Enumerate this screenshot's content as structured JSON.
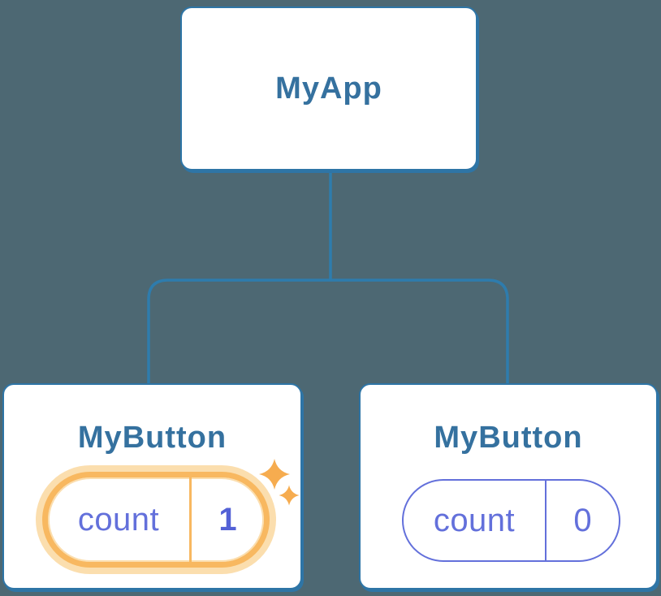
{
  "colors": {
    "background": "#4D6873",
    "node_fill": "#FFFFFF",
    "node_border": "#2E75A6",
    "connector": "#2E7CAD",
    "node_title": "#35719F",
    "state_purple": "#6370DB",
    "state_value_bold": "#5361D6",
    "highlight_orange": "#F8B860",
    "highlight_halo": "#FBDEAE",
    "sparkle_orange": "#F6AC4F"
  },
  "tree": {
    "root": {
      "title": "MyApp"
    },
    "children": {
      "left": {
        "title": "MyButton",
        "state": {
          "label": "count",
          "value": "1"
        },
        "highlighted": true
      },
      "right": {
        "title": "MyButton",
        "state": {
          "label": "count",
          "value": "0"
        },
        "highlighted": false
      }
    }
  }
}
